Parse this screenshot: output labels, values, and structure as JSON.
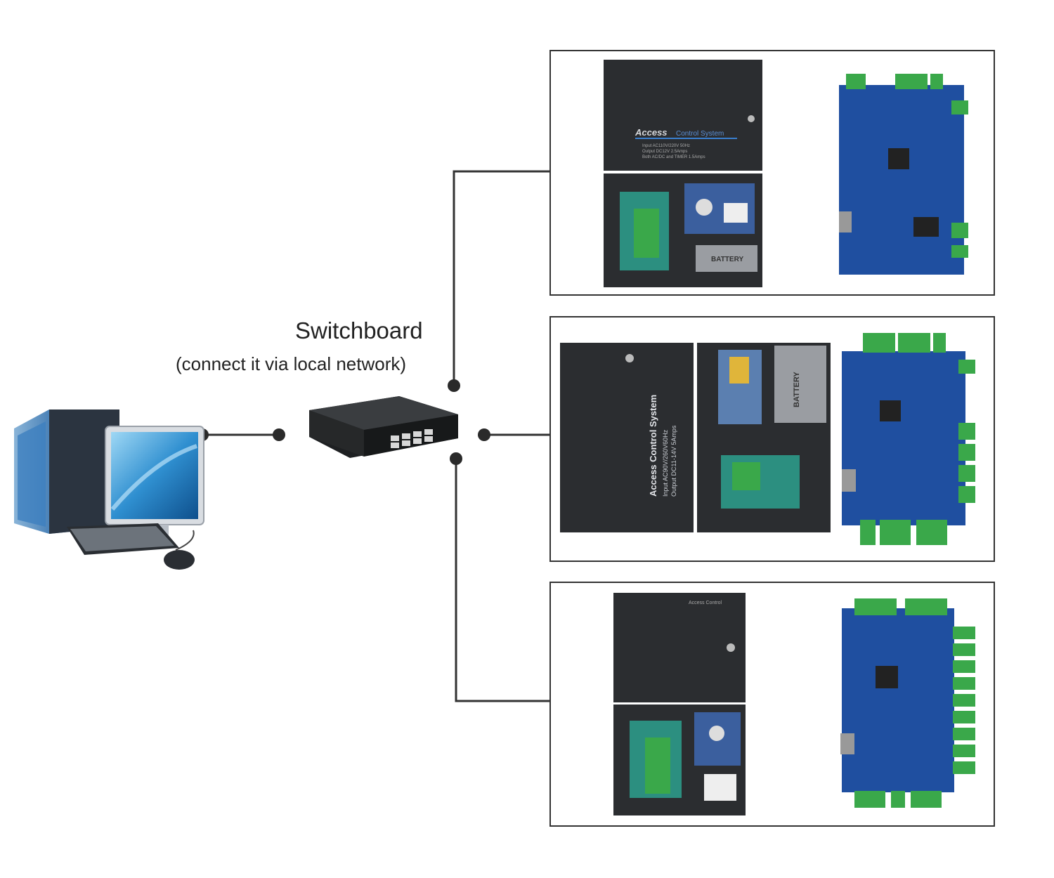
{
  "switch_label": {
    "title": "Switchboard",
    "subtitle": "(connect it via local network)"
  },
  "controllers": [
    {
      "box_front": {
        "brand": "Access",
        "product": "Control System",
        "lines": [
          "Input  AC110V/220V 50Hz",
          "Output DC12V 2.5Amps",
          "Both   AC/DC and TIMER 1.5Amps"
        ]
      },
      "battery_label": "BATTERY"
    },
    {
      "box_front": {
        "product": "Access Control System",
        "lines": [
          "Input AC90V/260V60Hz",
          "Output DC11-14V 5Amps"
        ]
      },
      "battery_label": "BATTERY"
    },
    {
      "box_front": {
        "product": "Access Control"
      }
    }
  ],
  "colors": {
    "line": "#333333",
    "dot": "#2a2a2a",
    "pcb": "#1f4fa0",
    "terminal": "#3aa84a",
    "cabinet": "#2b2d30"
  }
}
